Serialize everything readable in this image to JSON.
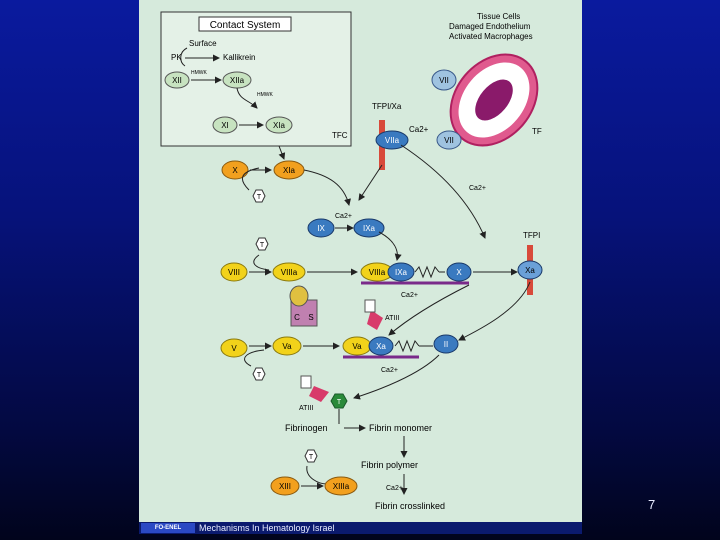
{
  "diagram": {
    "contact_system": {
      "title": "Contact System",
      "surface": "Surface",
      "pk": "PK",
      "kallikrein": "Kallikrein",
      "xii": "XII",
      "xiia": "XIIa",
      "hmwk1": "HMWK",
      "hmwk2": "HMWK",
      "xi": "XI",
      "xia": "XIa"
    },
    "tissue_label": [
      "Tissue Cells",
      "Damaged Endothelium",
      "Activated Macrophages"
    ],
    "tissue": {
      "vii_top": "VII",
      "tfpi_xa": "TFPI/Xa",
      "tfc": "TFC",
      "viia": "VIIa",
      "ca_top": "Ca2+",
      "vii_right": "VII",
      "tf": "TF"
    },
    "cascade": {
      "x": "X",
      "xia": "XIa",
      "t1": "T",
      "ix": "IX",
      "ca1": "Ca2+",
      "ixa": "IXa",
      "ca_right": "Ca2+",
      "tfpi": "TFPI",
      "t2": "T",
      "viii": "VIII",
      "viiia": "VIIIa",
      "viiia2": "VIIIa",
      "ixa2": "IXa",
      "x2": "X",
      "xa_right": "Xa",
      "ca2": "Ca2+",
      "c": "C",
      "s": "S",
      "atiii1": "ATIII",
      "v": "V",
      "va": "Va",
      "va2": "Va",
      "xa2": "Xa",
      "ii": "II",
      "ca3": "Ca2+",
      "t3": "T",
      "atiii2": "ATIII",
      "t_green": "T",
      "fibrinogen": "Fibrinogen",
      "fibrin_monomer": "Fibrin monomer",
      "t4": "T",
      "fibrin_polymer": "Fibrin polymer",
      "xiii": "XIII",
      "xiiia": "XIIIa",
      "ca4": "Ca2+",
      "fibrin_crosslinked": "Fibrin crosslinked"
    }
  },
  "footer": {
    "logo": "FO-ENEL",
    "caption": "Mechanisms In Hematology Israel"
  },
  "slide_number": "7",
  "colors": {
    "background": "#0a1a9e",
    "panel": "#d6eadc",
    "yellow_factor": "#f2d21a",
    "orange_factor": "#f2a01e",
    "blue_factor": "#9fc3e0",
    "green_factor": "#c7e3c0",
    "membrane": "#d83a7a",
    "cell": "#8a1a6a"
  }
}
